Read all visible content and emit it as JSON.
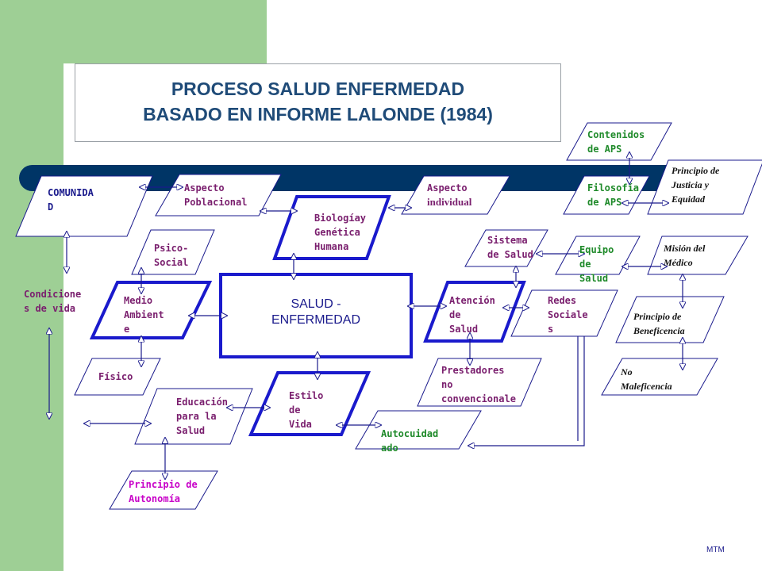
{
  "title": {
    "line1": "PROCESO SALUD ENFERMEDAD",
    "line2": "BASADO EN INFORME LALONDE (1984)"
  },
  "nodes": {
    "comunidad": "COMUNIDA\nD",
    "aspecto_poblacional": "Aspecto\nPoblacional",
    "biologia": "Biologíay\nGenética\nHumana",
    "aspecto_individual_1": "Aspecto",
    "aspecto_individual_2": "individual",
    "contenidos_aps": "Contenidos\nde APS",
    "filosofia_aps": "Filosofía\nde APS",
    "principio_justicia": "Principio de\nJusticia y\nEquidad",
    "psico_social": "Psico-\nSocial",
    "sistema_salud": "Sistema\nde Salud",
    "equipo_salud": "Equipo\nde\nSalud",
    "mision_medico": "Misión del\nMédico",
    "condiciones_vida": "Condicione\ns de vida",
    "medio_ambiente": "Medio\nAmbient\ne",
    "salud_enfermedad": "SALUD -\nENFERMEDAD",
    "atencion_salud": "Atención\nde\nSalud",
    "redes_sociales": "Redes\nSociale\ns",
    "principio_beneficencia": "Principio de\nBeneficencia",
    "fisico": "Físico",
    "prestadores": "Prestadores\nno\nconvencionale",
    "no_maleficencia": "No\nMaleficencia",
    "educacion": "Educación\npara la\nSalud",
    "estilo_vida": "Estilo\nde\nVida",
    "autocuidado": "Autocuidad\nado",
    "principio_autonomia": "Principio de\nAutonomía"
  },
  "footer": "MTM",
  "colors": {
    "green_sidebar": "#9ecf95",
    "band": "#003566",
    "title": "#1f4b78",
    "emphasis_border": "#1a1acc"
  }
}
